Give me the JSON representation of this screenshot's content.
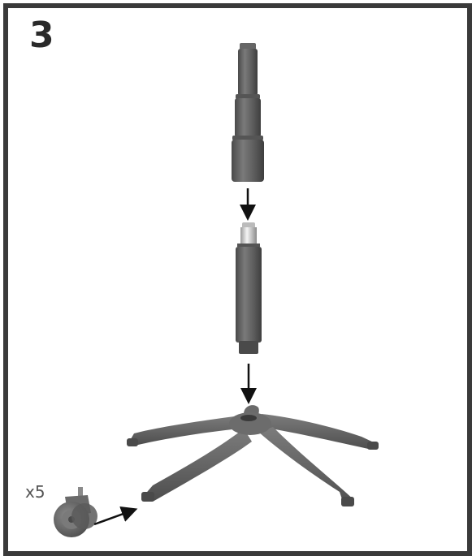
{
  "step": {
    "number": "3"
  },
  "caster": {
    "quantity_label": "x5",
    "icon": "caster-wheel-icon"
  },
  "parts": [
    {
      "name": "gas-lift-cover",
      "icon": "telescopic-cover-icon"
    },
    {
      "name": "gas-lift-cylinder",
      "icon": "gas-cylinder-icon"
    },
    {
      "name": "star-base",
      "icon": "five-star-base-icon"
    }
  ],
  "colors": {
    "border": "#3a3a3a",
    "part_dark": "#5a5a5a",
    "part_mid": "#6e6e6e",
    "part_light": "#8a8a8a",
    "arrow": "#111111"
  }
}
